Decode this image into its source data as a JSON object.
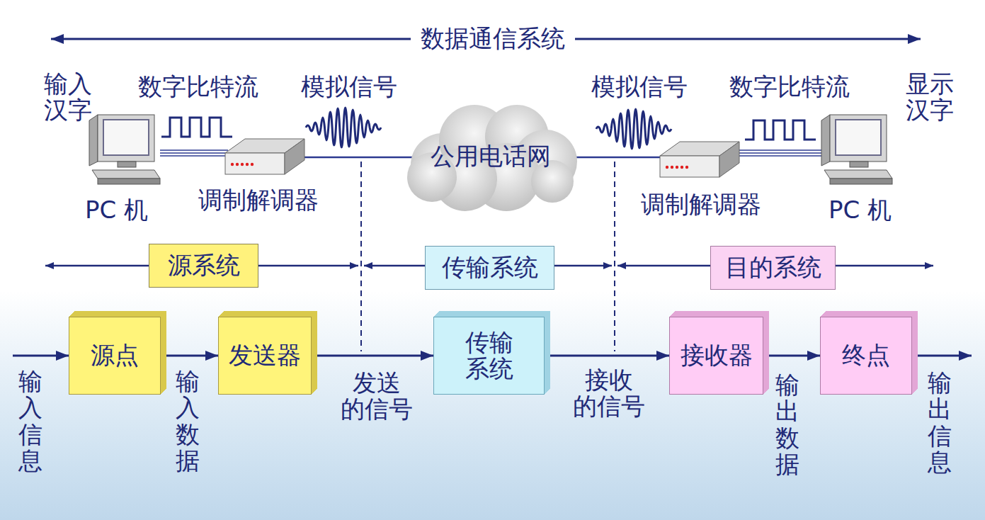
{
  "diagram": {
    "title": "数据通信系统",
    "nodes": [
      {
        "text": [
          "公用电话网"
        ]
      },
      {
        "text": [
          "源系统"
        ]
      },
      {
        "text": [
          "传输系统"
        ]
      },
      {
        "text": [
          "目的系统"
        ]
      },
      {
        "text": [
          "源点"
        ]
      },
      {
        "text": [
          "发送器"
        ]
      },
      {
        "text": [
          "传输 系统"
        ]
      },
      {
        "text": [
          "接收器"
        ]
      },
      {
        "text": [
          "终点"
        ]
      }
    ],
    "edges": [
      {
        "from": 4,
        "to": 5,
        "arrow": "to",
        "label": "输入数据"
      },
      {
        "from": 5,
        "to": 6,
        "arrow": "to",
        "label": "发送 的信号"
      },
      {
        "from": 6,
        "to": 7,
        "arrow": "to",
        "label": "接收 的信号"
      },
      {
        "from": 7,
        "to": 8,
        "arrow": "to",
        "label": "输出数据"
      }
    ],
    "labels": [
      "输入 汉字",
      "数字比特流",
      "模拟信号",
      "模拟信号",
      "数字比特流",
      "显示 汉字",
      "PC 机",
      "调制解调器",
      "调制解调器",
      "PC 机",
      "输入信息",
      "输出信息"
    ]
  }
}
